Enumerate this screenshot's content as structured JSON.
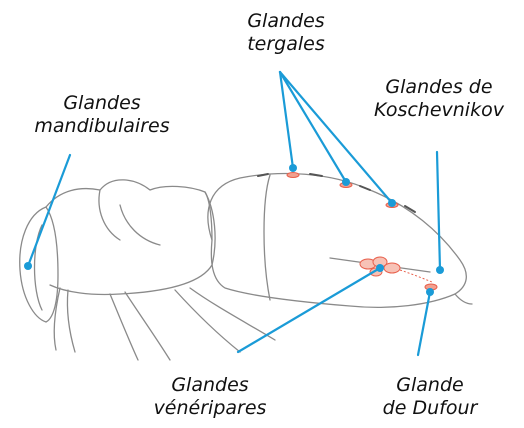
{
  "colors": {
    "leader_line": "#1a9bd7",
    "outline": "#8a8a8a",
    "outline_dark": "#555555",
    "gland": "#e8604c"
  },
  "labels": {
    "tergales": [
      "Glandes",
      "tergales"
    ],
    "mandibulaires": [
      "Glandes",
      "mandibulaires"
    ],
    "koschevnikov": [
      "Glandes de",
      "Koschevnikov"
    ],
    "venenipares": [
      "Glandes",
      "vénéripares"
    ],
    "dufour": [
      "Glande",
      "de Dufour"
    ]
  }
}
